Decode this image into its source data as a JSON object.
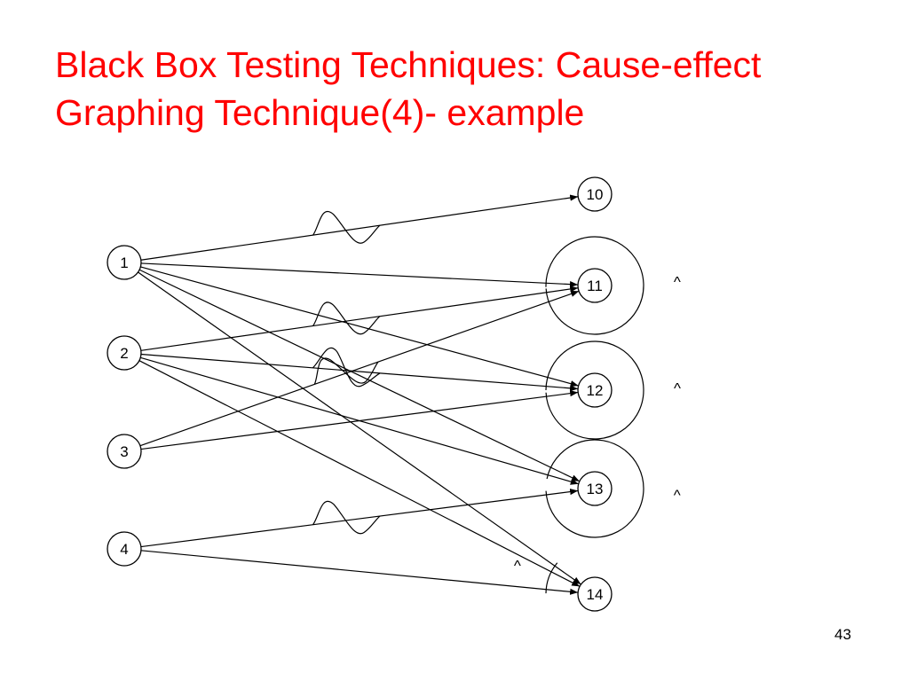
{
  "title": {
    "line1": "Black Box Testing Techniques: Cause-effect",
    "line2": "Graphing Technique(4)- example"
  },
  "colors": {
    "title": "#ff0000",
    "lines": "#000000"
  },
  "graph": {
    "nodes": [
      {
        "id": "1",
        "label": "1",
        "role": "cause"
      },
      {
        "id": "2",
        "label": "2",
        "role": "cause"
      },
      {
        "id": "3",
        "label": "3",
        "role": "cause"
      },
      {
        "id": "4",
        "label": "4",
        "role": "cause"
      },
      {
        "id": "10",
        "label": "10",
        "role": "effect"
      },
      {
        "id": "11",
        "label": "11",
        "role": "effect"
      },
      {
        "id": "12",
        "label": "12",
        "role": "effect"
      },
      {
        "id": "13",
        "label": "13",
        "role": "effect"
      },
      {
        "id": "14",
        "label": "14",
        "role": "effect"
      }
    ],
    "edges": [
      {
        "from": "1",
        "to": "10",
        "negated": true
      },
      {
        "from": "1",
        "to": "11",
        "negated": false
      },
      {
        "from": "1",
        "to": "12",
        "negated": false
      },
      {
        "from": "1",
        "to": "13",
        "negated": false
      },
      {
        "from": "1",
        "to": "14",
        "negated": false
      },
      {
        "from": "2",
        "to": "11",
        "negated": true
      },
      {
        "from": "2",
        "to": "12",
        "negated": true
      },
      {
        "from": "2",
        "to": "13",
        "negated": false
      },
      {
        "from": "2",
        "to": "14",
        "negated": false
      },
      {
        "from": "3",
        "to": "11",
        "negated": true
      },
      {
        "from": "3",
        "to": "12",
        "negated": false
      },
      {
        "from": "4",
        "to": "13",
        "negated": true
      },
      {
        "from": "4",
        "to": "14",
        "negated": false
      }
    ],
    "and_constraints": [
      {
        "effect": "11",
        "symbol": "^"
      },
      {
        "effect": "12",
        "symbol": "^"
      },
      {
        "effect": "13",
        "symbol": "^"
      },
      {
        "effect": "14",
        "symbol": "^"
      }
    ]
  },
  "page_number": "43"
}
